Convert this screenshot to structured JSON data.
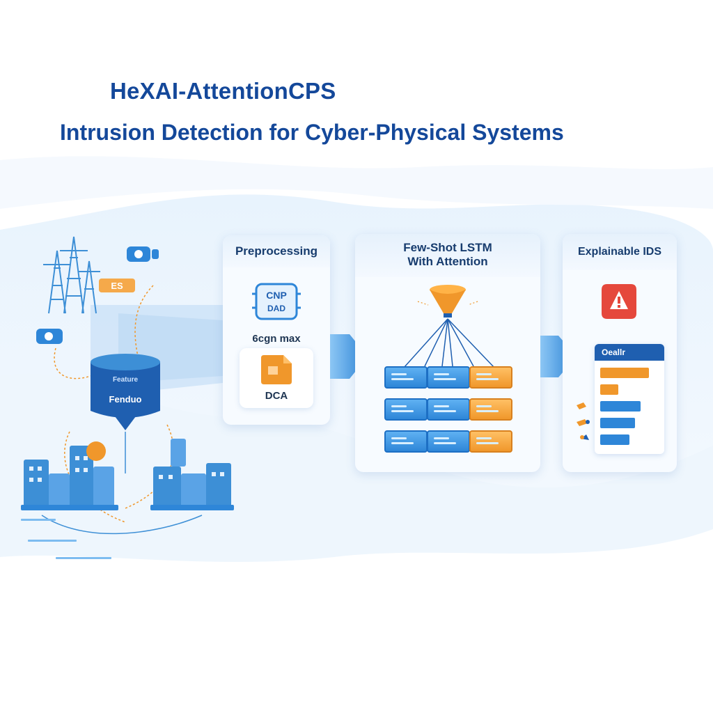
{
  "title": "HeXAI-AttentionCPS",
  "subtitle": "Intrusion Detection for Cyber-Physical Systems",
  "left_icons": {
    "device_label": "ES",
    "node_top_label": "Feature",
    "node_label": "Fenduo"
  },
  "preprocessing": {
    "header": "Preprocessing",
    "chip_label_1": "CNP",
    "chip_label_2": "DAD",
    "norm_label": "6cgn max",
    "dca_label": "DCA"
  },
  "lstm": {
    "header_line1": "Few-Shot LSTM",
    "header_line2": "With Attention"
  },
  "explainable": {
    "header": "Explainable IDS",
    "card_title": "Oeallr",
    "bar_values": [
      0.88,
      0.32,
      0.72,
      0.62,
      0.52
    ]
  },
  "colors": {
    "primary": "#14489a",
    "blue": "#2e86d8",
    "orange": "#f0972b",
    "alert": "#e5483c"
  }
}
